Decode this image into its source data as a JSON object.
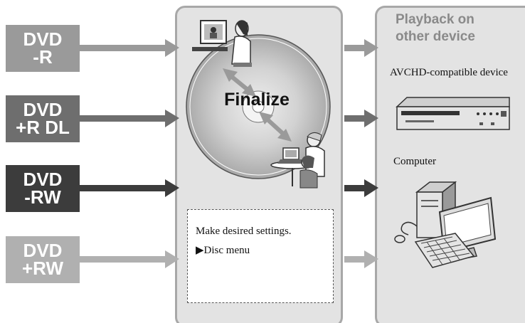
{
  "disc_types": [
    {
      "line1": "DVD",
      "line2": "-R"
    },
    {
      "line1": "DVD",
      "line2": "+R DL"
    },
    {
      "line1": "DVD",
      "line2": "-RW"
    },
    {
      "line1": "DVD",
      "line2": "+RW"
    }
  ],
  "center": {
    "finalize": "Finalize",
    "settings_line1": "Make desired settings.",
    "settings_line2": "▶Disc menu"
  },
  "playback": {
    "title_line1": "Playback on",
    "title_line2": "other device",
    "avchd_device": "AVCHD-compatible device",
    "computer": "Computer"
  },
  "colors": {
    "dvd_r": "#9a9a9a",
    "dvd_r_dl": "#6e6e6e",
    "dvd_rw": "#3c3c3c",
    "dvd_plus_rw": "#b0b0b0",
    "panel_fill": "#e3e3e3",
    "panel_border": "#a8a8a8"
  },
  "icons": [
    "disc-icon",
    "person-watching-tv-icon",
    "people-with-laptop-icon",
    "double-arrow-icon",
    "blu-ray-recorder-icon",
    "desktop-computer-icon"
  ]
}
